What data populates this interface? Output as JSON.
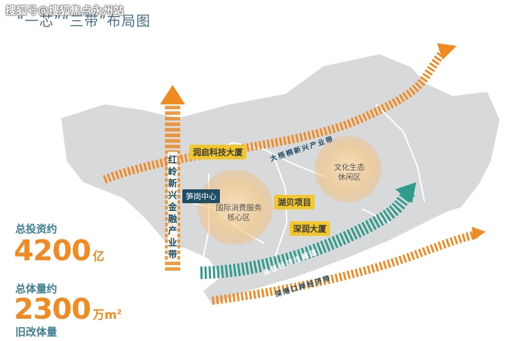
{
  "watermark": "搜狐号@搜狐焦点永州站",
  "title": "“一芯”“三带”布局图",
  "stats": {
    "investment_label": "总投资约",
    "investment_value": "4200",
    "investment_unit": "亿",
    "volume_label": "总体量约",
    "volume_value": "2300",
    "volume_unit": "万m",
    "volume_unit_sup": "2",
    "renovation_label": "旧改体量"
  },
  "places": {
    "runqi_tower": "润启科技大厦",
    "sungang_center": "笋岗中心",
    "hubei_project": "湖贝项目",
    "shenrun_tower": "深润大厦"
  },
  "zones": {
    "consumption_core": "国际消费服务核心区",
    "culture_eco": "文化生态休闲区"
  },
  "belts": {
    "honglin_finance": "红岭新兴金融产业带",
    "wutong_industry": "大梧桐新兴产业带",
    "hq_economy": "总部经济主廊道",
    "shenzhen_port": "深港口岸经济带"
  },
  "colors": {
    "accent_orange": "#ef8b22",
    "belt_teal": "#2f9b8a",
    "map_gray": "#d7d9db",
    "label_yellow": "#f2c72c",
    "label_navy": "#1f4d63"
  }
}
